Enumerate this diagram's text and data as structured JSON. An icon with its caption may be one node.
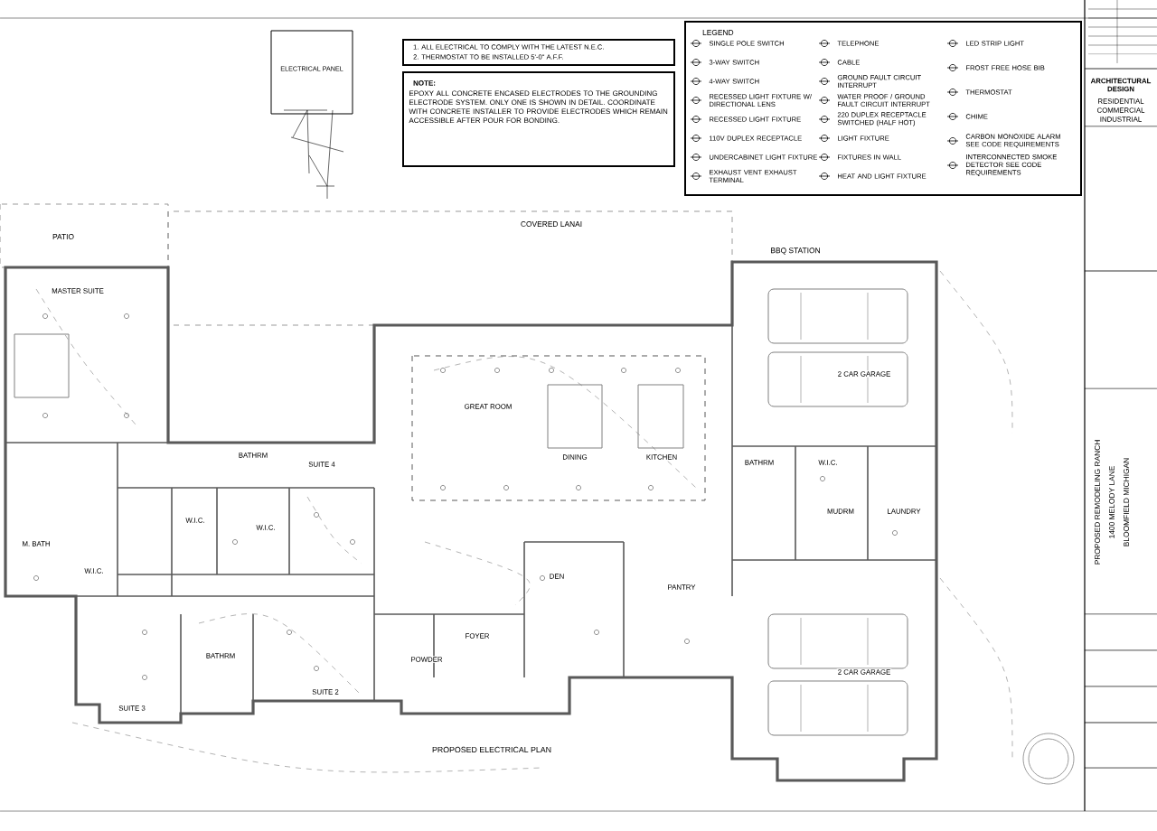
{
  "diagram": {
    "nodes": [
      {
        "text": [
          "ELECTRICAL PANEL"
        ]
      },
      {
        "text": [
          "1. ALL ELECTRICAL TO COMPLY WITH THE LATEST N.E.C.",
          "2. THERMOSTAT TO BE INSTALLED 5'-0\" A.F.F."
        ]
      },
      {
        "text": [
          "NOTE:",
          "EPOXY ALL CONCRETE ENCASED ELECTRODES TO THE GROUNDING ELECTRODE SYSTEM. ONLY ONE IS SHOWN IN DETAIL. COORDINATE WITH CONCRETE INSTALLER TO PROVIDE ELECTRODES WHICH REMAIN ACCESSIBLE AFTER POUR FOR BONDING."
        ]
      },
      {
        "text": [
          "LEGEND"
        ]
      }
    ],
    "labels": [
      "PATIO",
      "COVERED LANAI",
      "BBQ STATION",
      "MASTER SUITE",
      "GREAT ROOM",
      "DINING",
      "KITCHEN",
      "2 CAR GARAGE",
      "BATHRM",
      "SUITE 4",
      "W.I.C.",
      "W.I.C.",
      "M. BATH",
      "BATHRM",
      "W.I.C.",
      "MUDRM",
      "LAUNDRY",
      "W.I.C.",
      "DEN",
      "PANTRY",
      "FOYER",
      "POWDER",
      "BATHRM",
      "SUITE 3",
      "SUITE 2",
      "2 CAR GARAGE",
      "PROPOSED ELECTRICAL PLAN",
      "ARCHITECTURAL DESIGN",
      "RESIDENTIAL",
      "COMMERCIAL",
      "INDUSTRIAL",
      "PROPOSED REMODELING RANCH",
      "1400 MELODY LANE",
      "BLOOMFIELD MICHIGAN"
    ],
    "legend": [
      {
        "text": "SINGLE POLE SWITCH"
      },
      {
        "text": "3-WAY SWITCH"
      },
      {
        "text": "4-WAY SWITCH"
      },
      {
        "text": "RECESSED LIGHT FIXTURE W/ DIRECTIONAL LENS"
      },
      {
        "text": "RECESSED LIGHT FIXTURE"
      },
      {
        "text": "110V DUPLEX RECEPTACLE"
      },
      {
        "text": "UNDERCABINET LIGHT FIXTURE"
      },
      {
        "text": "EXHAUST VENT EXHAUST TERMINAL"
      },
      {
        "text": "TELEPHONE"
      },
      {
        "text": "CABLE"
      },
      {
        "text": "GROUND FAULT CIRCUIT INTERRUPT"
      },
      {
        "text": "WATER PROOF / GROUND FAULT CIRCUIT INTERRUPT"
      },
      {
        "text": "220 DUPLEX RECEPTACLE SWITCHED (HALF HOT)"
      },
      {
        "text": "LIGHT FIXTURE"
      },
      {
        "text": "FIXTURES IN WALL"
      },
      {
        "text": "HEAT AND LIGHT FIXTURE"
      },
      {
        "text": "LED STRIP LIGHT"
      },
      {
        "text": "FROST FREE HOSE BIB"
      },
      {
        "text": "THERMOSTAT"
      },
      {
        "text": "CHIME"
      },
      {
        "text": "CARBON MONOXIDE ALARM SEE CODE REQUIREMENTS"
      },
      {
        "text": "INTERCONNECTED SMOKE DETECTOR SEE CODE REQUIREMENTS"
      }
    ]
  }
}
